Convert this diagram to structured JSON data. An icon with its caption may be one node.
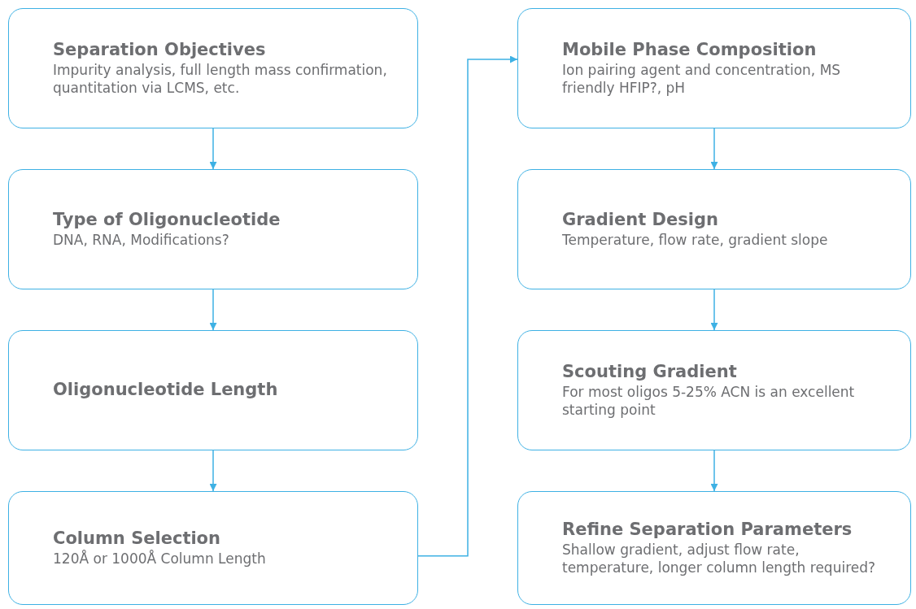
{
  "diagram": {
    "nodes": [
      {
        "text": [
          "Separation Objectives",
          "Impurity analysis, full length mass confirmation, quantitation via LCMS, etc."
        ]
      },
      {
        "text": [
          "Type of Oligonucleotide",
          "DNA, RNA, Modifications?"
        ]
      },
      {
        "text": [
          "Oligonucleotide Length"
        ]
      },
      {
        "text": [
          "Column Selection",
          "120Å or 1000Å Column Length"
        ]
      },
      {
        "text": [
          "Mobile Phase Composition",
          "Ion pairing agent and concentration, MS friendly HFIP?, pH"
        ]
      },
      {
        "text": [
          "Gradient Design",
          "Temperature, flow rate, gradient slope"
        ]
      },
      {
        "text": [
          "Scouting Gradient",
          "For most oligos 5-25% ACN is an excellent starting point"
        ]
      },
      {
        "text": [
          "Refine Separation Parameters",
          "Shallow gradient, adjust flow rate, temperature, longer column length required?"
        ]
      }
    ],
    "edges": [
      {
        "from": 0,
        "to": 1,
        "arrow": "to"
      },
      {
        "from": 1,
        "to": 2,
        "arrow": "to"
      },
      {
        "from": 2,
        "to": 3,
        "arrow": "to"
      },
      {
        "from": 3,
        "to": 4,
        "arrow": "to"
      },
      {
        "from": 4,
        "to": 5,
        "arrow": "to"
      },
      {
        "from": 5,
        "to": 6,
        "arrow": "to"
      },
      {
        "from": 6,
        "to": 7,
        "arrow": "to"
      }
    ]
  }
}
